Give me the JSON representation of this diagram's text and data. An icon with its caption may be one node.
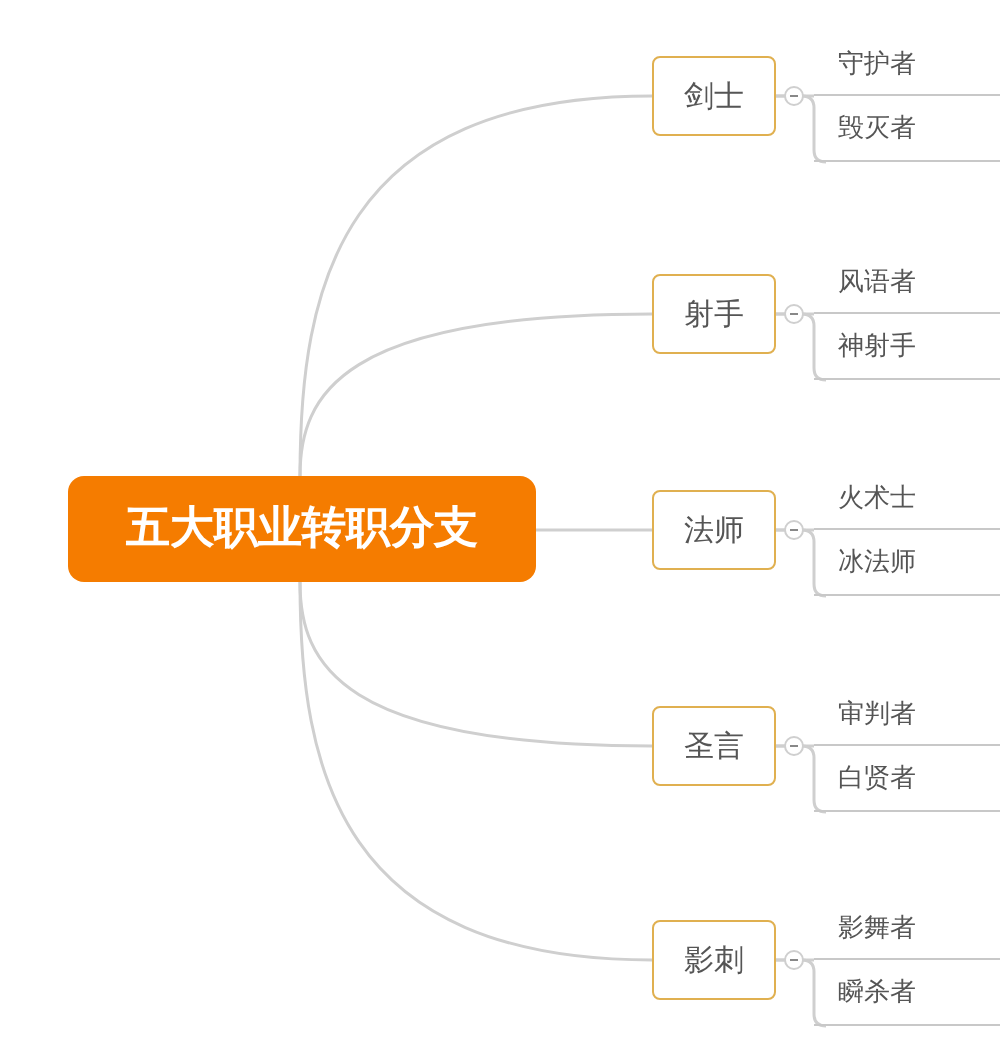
{
  "diagram": {
    "nodes": [
      {
        "text": [
          "五大职业转职分支"
        ]
      },
      {
        "text": [
          "剑士"
        ]
      },
      {
        "text": [
          "守护者"
        ]
      },
      {
        "text": [
          "毁灭者"
        ]
      },
      {
        "text": [
          "射手"
        ]
      },
      {
        "text": [
          "风语者"
        ]
      },
      {
        "text": [
          "神射手"
        ]
      },
      {
        "text": [
          "法师"
        ]
      },
      {
        "text": [
          "火术士"
        ]
      },
      {
        "text": [
          "冰法师"
        ]
      },
      {
        "text": [
          "圣言"
        ]
      },
      {
        "text": [
          "审判者"
        ]
      },
      {
        "text": [
          "白贤者"
        ]
      },
      {
        "text": [
          "影刺"
        ]
      },
      {
        "text": [
          "影舞者"
        ]
      },
      {
        "text": [
          "瞬杀者"
        ]
      }
    ],
    "edges": [
      {
        "from": 0,
        "to": 1,
        "arrow": "none"
      },
      {
        "from": 0,
        "to": 4,
        "arrow": "none"
      },
      {
        "from": 0,
        "to": 7,
        "arrow": "none"
      },
      {
        "from": 0,
        "to": 10,
        "arrow": "none"
      },
      {
        "from": 0,
        "to": 13,
        "arrow": "none"
      },
      {
        "from": 1,
        "to": 2,
        "arrow": "none"
      },
      {
        "from": 1,
        "to": 3,
        "arrow": "none"
      },
      {
        "from": 4,
        "to": 5,
        "arrow": "none"
      },
      {
        "from": 4,
        "to": 6,
        "arrow": "none"
      },
      {
        "from": 7,
        "to": 8,
        "arrow": "none"
      },
      {
        "from": 7,
        "to": 9,
        "arrow": "none"
      },
      {
        "from": 10,
        "to": 11,
        "arrow": "none"
      },
      {
        "from": 10,
        "to": 12,
        "arrow": "none"
      },
      {
        "from": 13,
        "to": 14,
        "arrow": "none"
      },
      {
        "from": 13,
        "to": 15,
        "arrow": "none"
      }
    ]
  }
}
